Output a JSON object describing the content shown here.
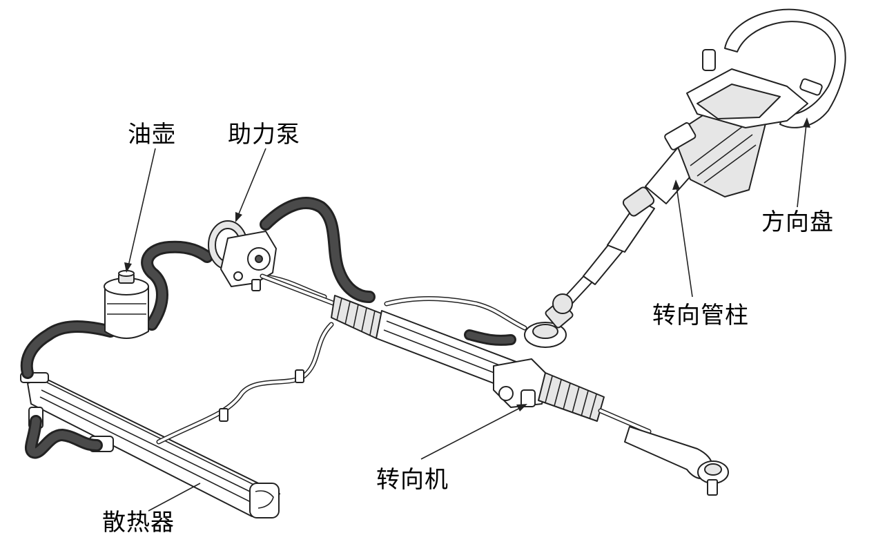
{
  "labels": {
    "reservoir": "油壶",
    "pump": "助力泵",
    "steering_wheel": "方向盘",
    "steering_column": "转向管柱",
    "steering_gear": "转向机",
    "radiator": "散热器"
  }
}
